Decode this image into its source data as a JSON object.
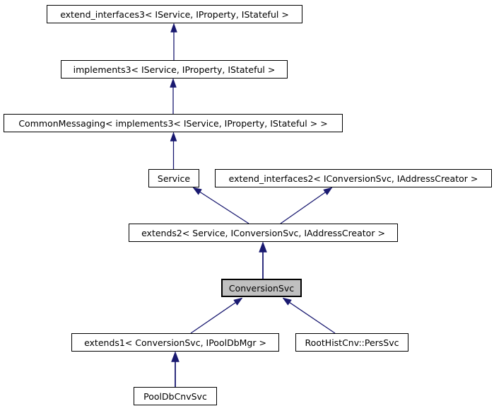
{
  "colors": {
    "background": "#ffffff",
    "edge": "#191970",
    "node_border": "#000000",
    "node_fill": "#ffffff",
    "selected_node_fill": "#c0c0c0",
    "text": "#000000"
  },
  "nodes": [
    {
      "id": "extend-interfaces3",
      "label": "extend_interfaces3< IService, IProperty, IStateful >",
      "selected": false
    },
    {
      "id": "implements3",
      "label": "implements3< IService, IProperty, IStateful >",
      "selected": false
    },
    {
      "id": "common-messaging",
      "label": "CommonMessaging< implements3< IService, IProperty, IStateful > >",
      "selected": false
    },
    {
      "id": "service",
      "label": "Service",
      "selected": false
    },
    {
      "id": "extend-interfaces2",
      "label": "extend_interfaces2< IConversionSvc, IAddressCreator >",
      "selected": false
    },
    {
      "id": "extends2",
      "label": "extends2< Service, IConversionSvc, IAddressCreator >",
      "selected": false
    },
    {
      "id": "conversion-svc",
      "label": "ConversionSvc",
      "selected": true
    },
    {
      "id": "extends1",
      "label": "extends1< ConversionSvc, IPoolDbMgr >",
      "selected": false
    },
    {
      "id": "root-hist-cnv-pers-svc",
      "label": "RootHistCnv::PersSvc",
      "selected": false
    },
    {
      "id": "pool-db-cnv-svc",
      "label": "PoolDbCnvSvc",
      "selected": false
    }
  ],
  "edges": [
    {
      "from": "implements3",
      "to": "extend-interfaces3"
    },
    {
      "from": "common-messaging",
      "to": "implements3"
    },
    {
      "from": "service",
      "to": "common-messaging"
    },
    {
      "from": "extends2",
      "to": "service"
    },
    {
      "from": "extends2",
      "to": "extend-interfaces2"
    },
    {
      "from": "conversion-svc",
      "to": "extends2"
    },
    {
      "from": "extends1",
      "to": "conversion-svc"
    },
    {
      "from": "root-hist-cnv-pers-svc",
      "to": "conversion-svc"
    },
    {
      "from": "pool-db-cnv-svc",
      "to": "extends1"
    }
  ]
}
